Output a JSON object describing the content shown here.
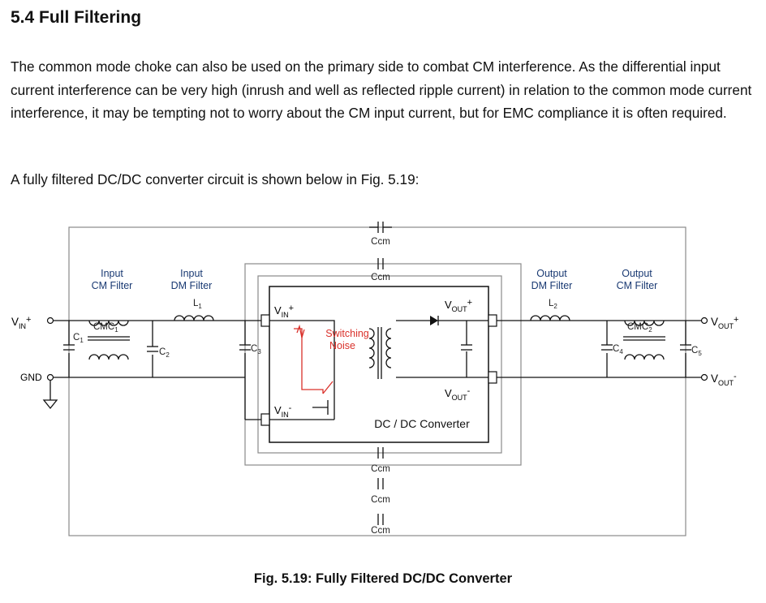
{
  "section": {
    "heading": "5.4 Full Filtering",
    "paragraph1": "The common mode choke can also be used on the primary side to combat CM interference. As the differential input current interference can be very high (inrush and well as reflected ripple current) in relation to the common mode current interference, it may be tempting not to worry about the CM input current, but for EMC compliance it is often required.",
    "paragraph2": "A fully filtered DC/DC converter circuit is shown below in Fig. 5.19:"
  },
  "figure": {
    "caption": "Fig. 5.19: Fully Filtered DC/DC Converter",
    "labels": {
      "input_cm_filter_1": "Input",
      "input_cm_filter_2": "CM Filter",
      "input_dm_filter_1": "Input",
      "input_dm_filter_2": "DM Filter",
      "output_dm_filter_1": "Output",
      "output_dm_filter_2": "DM Filter",
      "output_cm_filter_1": "Output",
      "output_cm_filter_2": "CM Filter",
      "switching_noise_1": "Switching",
      "switching_noise_2": "Noise",
      "converter": "DC / DC Converter",
      "vin_plus_main": "V",
      "vin_plus_sub": "IN",
      "vin_plus_sup": "+",
      "gnd": "GND",
      "vout_plus_main": "V",
      "vout_plus_sub": "OUT",
      "vout_plus_sup": "+",
      "vout_minus_main": "V",
      "vout_minus_sub": "OUT",
      "vout_minus_sup": "-",
      "inner_vin_plus_main": "V",
      "inner_vin_plus_sub": "IN",
      "inner_vin_plus_sup": "+",
      "inner_vin_minus_main": "V",
      "inner_vin_minus_sub": "IN",
      "inner_vin_minus_sup": "-",
      "inner_vout_plus_main": "V",
      "inner_vout_plus_sub": "OUT",
      "inner_vout_plus_sup": "+",
      "inner_vout_minus_main": "V",
      "inner_vout_minus_sub": "OUT",
      "inner_vout_minus_sup": "-",
      "c1_main": "C",
      "c1_sub": "1",
      "c2_main": "C",
      "c2_sub": "2",
      "c3_main": "C",
      "c3_sub": "3",
      "c4_main": "C",
      "c4_sub": "4",
      "c5_main": "C",
      "c5_sub": "5",
      "l1_main": "L",
      "l1_sub": "1",
      "l2_main": "L",
      "l2_sub": "2",
      "cmc1_main": "CMC",
      "cmc1_sub": "1",
      "cmc2_main": "CMC",
      "cmc2_sub": "2",
      "ccm_top1": "Ccm",
      "ccm_top2": "Ccm",
      "ccm_bot1": "Ccm",
      "ccm_bot2": "Ccm",
      "ccm_bot3": "Ccm"
    }
  }
}
